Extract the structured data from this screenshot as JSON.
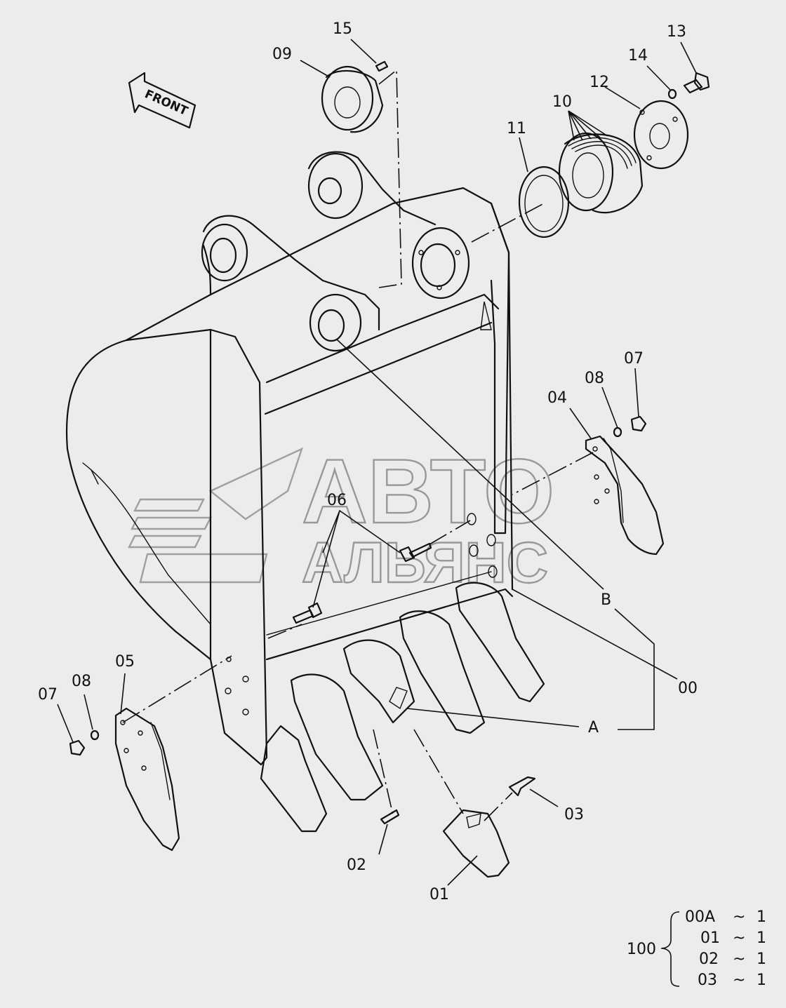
{
  "labels": {
    "p00": "00",
    "p01": "01",
    "p02": "02",
    "p03": "03",
    "p04": "04",
    "p05": "05",
    "p06": "06",
    "p07_right": "07",
    "p07_left": "07",
    "p08_right": "08",
    "p08_left": "08",
    "p09": "09",
    "p10": "10",
    "p11": "11",
    "p12": "12",
    "p13": "13",
    "p14": "14",
    "p15": "15",
    "ref_a": "A",
    "ref_b": "B"
  },
  "front_arrow": "FRONT",
  "watermark": {
    "line1": "АВТО",
    "line2": "АЛЬЯНС"
  },
  "kit": {
    "code": "100",
    "rows": [
      {
        "part": "00A",
        "sep": "~",
        "qty": "1"
      },
      {
        "part": "01",
        "sep": "~",
        "qty": "1"
      },
      {
        "part": "02",
        "sep": "~",
        "qty": "1"
      },
      {
        "part": "03",
        "sep": "~",
        "qty": "1"
      }
    ]
  }
}
